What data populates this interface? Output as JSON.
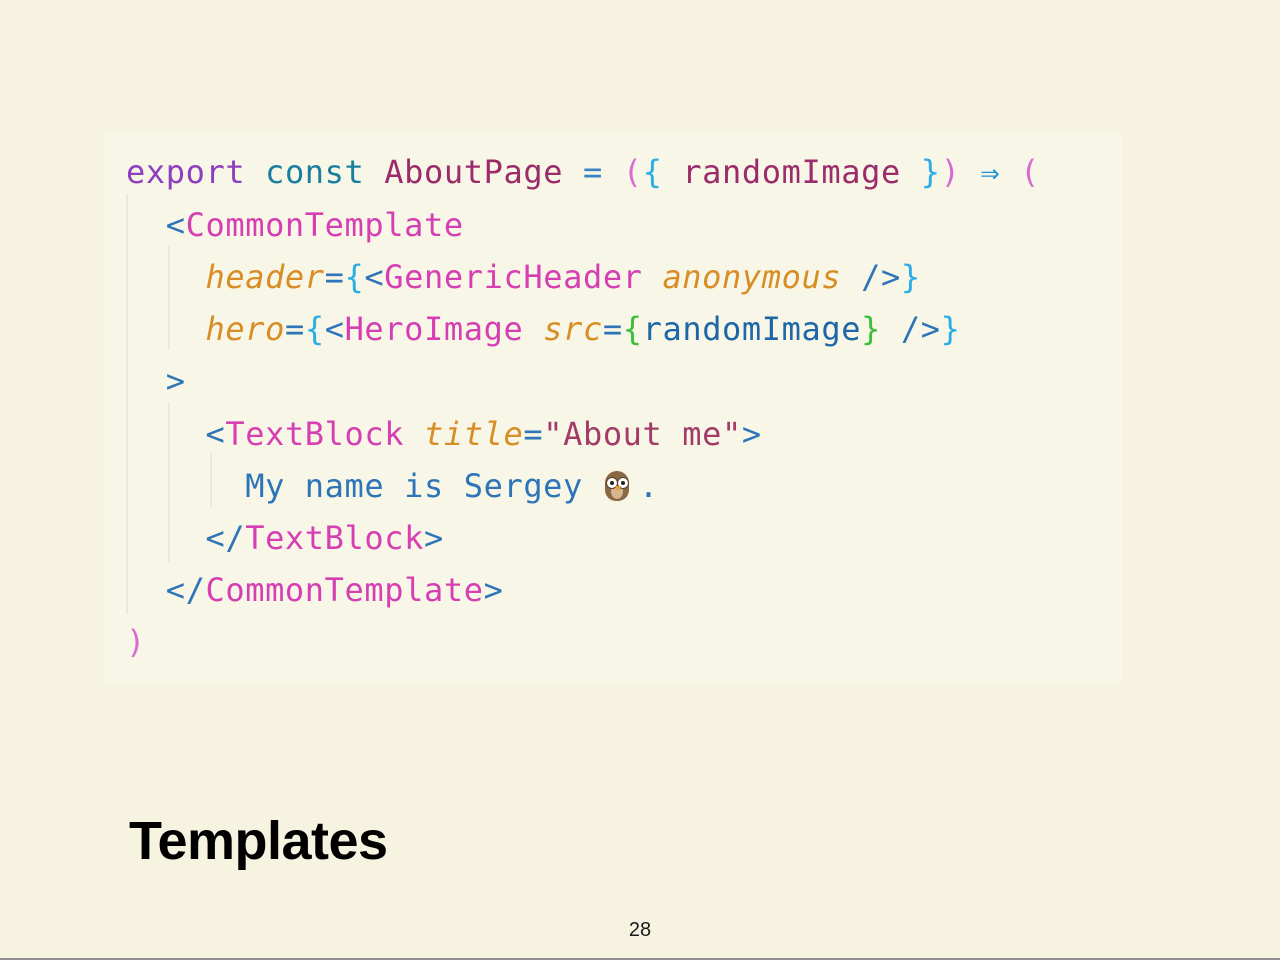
{
  "slide": {
    "title": "Templates",
    "page_number": "28"
  },
  "code": {
    "lines": [
      {
        "tokens": [
          {
            "text": "export",
            "color": "#8e3ebf"
          },
          {
            "text": " ",
            "color": "#333333"
          },
          {
            "text": "const",
            "color": "#1a7f9f"
          },
          {
            "text": " ",
            "color": "#333333"
          },
          {
            "text": "AboutPage",
            "color": "#9b2c6b"
          },
          {
            "text": " = ",
            "color": "#3b83c5"
          },
          {
            "text": "(",
            "color": "#d86bd2"
          },
          {
            "text": "{",
            "color": "#2baee6"
          },
          {
            "text": " ",
            "color": "#333333"
          },
          {
            "text": "randomImage",
            "color": "#9b2c6b"
          },
          {
            "text": " ",
            "color": "#333333"
          },
          {
            "text": "}",
            "color": "#2baee6"
          },
          {
            "text": ")",
            "color": "#d86bd2"
          },
          {
            "text": " ",
            "color": "#333333"
          },
          {
            "text": "⇒",
            "color": "#1f92d8"
          },
          {
            "text": " ",
            "color": "#333333"
          },
          {
            "text": "(",
            "color": "#d86bd2"
          }
        ]
      },
      {
        "tokens": [
          {
            "text": "  ",
            "color": "#333333"
          },
          {
            "text": "<",
            "color": "#2d74b8"
          },
          {
            "text": "CommonTemplate",
            "color": "#d63fb3"
          }
        ]
      },
      {
        "tokens": [
          {
            "text": "    ",
            "color": "#333333"
          },
          {
            "text": "header",
            "color": "#d88d25",
            "italic": true
          },
          {
            "text": "=",
            "color": "#2d74b8"
          },
          {
            "text": "{",
            "color": "#2baee6"
          },
          {
            "text": "<",
            "color": "#2d74b8"
          },
          {
            "text": "GenericHeader",
            "color": "#d63fb3"
          },
          {
            "text": " ",
            "color": "#333333"
          },
          {
            "text": "anonymous",
            "color": "#d88d25",
            "italic": true
          },
          {
            "text": " ",
            "color": "#333333"
          },
          {
            "text": "/>",
            "color": "#2d74b8"
          },
          {
            "text": "}",
            "color": "#2baee6"
          }
        ]
      },
      {
        "tokens": [
          {
            "text": "    ",
            "color": "#333333"
          },
          {
            "text": "hero",
            "color": "#d88d25",
            "italic": true
          },
          {
            "text": "=",
            "color": "#2d74b8"
          },
          {
            "text": "{",
            "color": "#2baee6"
          },
          {
            "text": "<",
            "color": "#2d74b8"
          },
          {
            "text": "HeroImage",
            "color": "#d63fb3"
          },
          {
            "text": " ",
            "color": "#333333"
          },
          {
            "text": "src",
            "color": "#d88d25",
            "italic": true
          },
          {
            "text": "=",
            "color": "#2d74b8"
          },
          {
            "text": "{",
            "color": "#3dbf3a"
          },
          {
            "text": "randomImage",
            "color": "#1d66a8"
          },
          {
            "text": "}",
            "color": "#3dbf3a"
          },
          {
            "text": " ",
            "color": "#333333"
          },
          {
            "text": "/>",
            "color": "#2d74b8"
          },
          {
            "text": "}",
            "color": "#2baee6"
          }
        ]
      },
      {
        "tokens": [
          {
            "text": "  ",
            "color": "#333333"
          },
          {
            "text": ">",
            "color": "#2d74b8"
          }
        ]
      },
      {
        "tokens": [
          {
            "text": "    ",
            "color": "#333333"
          },
          {
            "text": "<",
            "color": "#2d74b8"
          },
          {
            "text": "TextBlock",
            "color": "#d63fb3"
          },
          {
            "text": " ",
            "color": "#333333"
          },
          {
            "text": "title",
            "color": "#d88d25",
            "italic": true
          },
          {
            "text": "=",
            "color": "#2d74b8"
          },
          {
            "text": "\"About me\"",
            "color": "#a23b68"
          },
          {
            "text": ">",
            "color": "#2d74b8"
          }
        ]
      },
      {
        "tokens": [
          {
            "text": "      ",
            "color": "#333333"
          },
          {
            "text": "My name is Sergey",
            "color": "#2d74b8"
          },
          {
            "icon": "owl-icon"
          },
          {
            "text": ".",
            "color": "#2d74b8"
          }
        ]
      },
      {
        "tokens": [
          {
            "text": "    ",
            "color": "#333333"
          },
          {
            "text": "</",
            "color": "#2d74b8"
          },
          {
            "text": "TextBlock",
            "color": "#d63fb3"
          },
          {
            "text": ">",
            "color": "#2d74b8"
          }
        ]
      },
      {
        "tokens": [
          {
            "text": "  ",
            "color": "#333333"
          },
          {
            "text": "</",
            "color": "#2d74b8"
          },
          {
            "text": "CommonTemplate",
            "color": "#d63fb3"
          },
          {
            "text": ">",
            "color": "#2d74b8"
          }
        ]
      },
      {
        "tokens": [
          {
            "text": ")",
            "color": "#d86bd2"
          }
        ]
      }
    ]
  }
}
